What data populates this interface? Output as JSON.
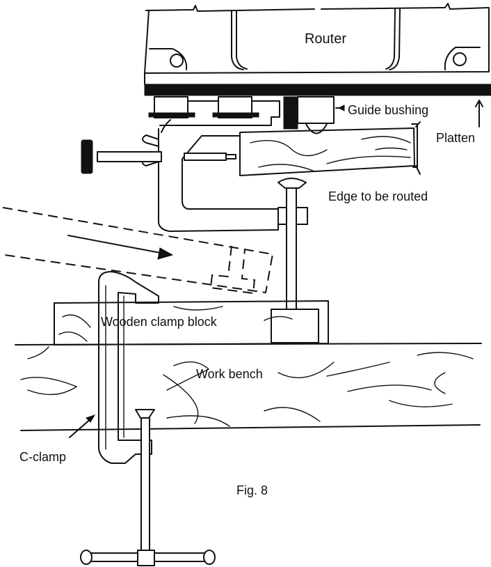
{
  "figure": {
    "caption": "Fig. 8",
    "labels": {
      "router": "Router",
      "guide_bushing": "Guide bushing",
      "platten": "Platten",
      "edge_to_be_routed": "Edge to be routed",
      "wooden_clamp_block": "Wooden clamp block",
      "work_bench": "Work bench",
      "c_clamp": "C-clamp"
    }
  }
}
